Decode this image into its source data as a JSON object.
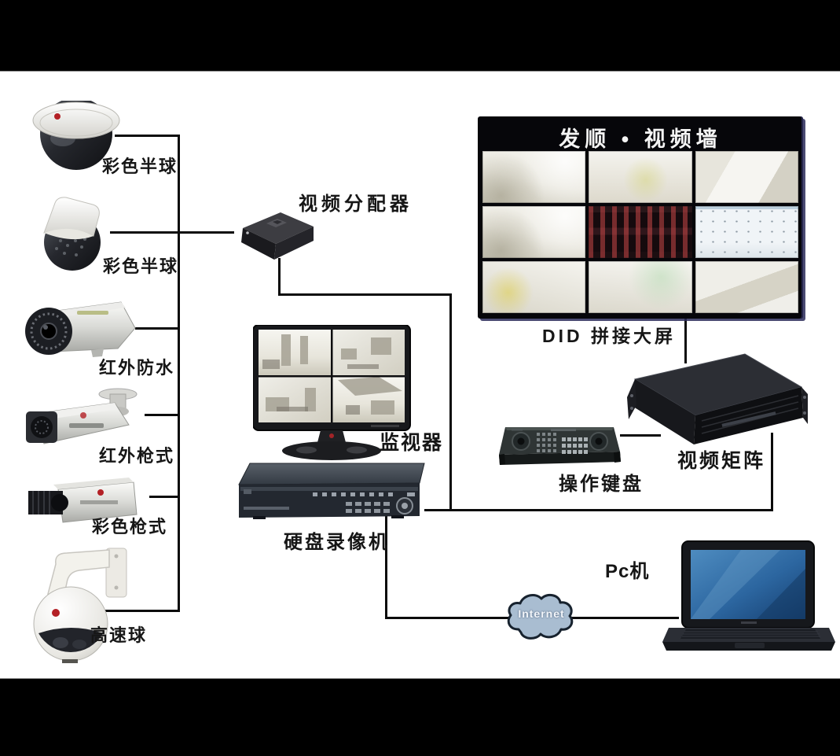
{
  "cameras": [
    {
      "name": "dome-camera-1",
      "label": "彩色半球"
    },
    {
      "name": "dome-camera-2",
      "label": "彩色半球"
    },
    {
      "name": "ir-waterproof-camera",
      "label": "红外防水"
    },
    {
      "name": "ir-bullet-camera",
      "label": "红外枪式"
    },
    {
      "name": "color-box-camera",
      "label": "彩色枪式"
    },
    {
      "name": "speed-dome-camera",
      "label": "高速球"
    }
  ],
  "devices": {
    "distributor": {
      "label": "视频分配器"
    },
    "monitor": {
      "label": "监视器"
    },
    "dvr": {
      "label": "硬盘录像机"
    },
    "keyboard": {
      "label": "操作键盘"
    },
    "matrix": {
      "label": "视频矩阵"
    },
    "pc": {
      "label": "Pc机"
    },
    "internet": {
      "label": "Internet"
    }
  },
  "video_wall": {
    "title": "发顺 • 视频墙",
    "caption": "DID 拼接大屏",
    "grid": "3x3"
  },
  "colors": {
    "line": "#0b0b0b",
    "canvas": "#ffffff",
    "letterbox": "#000000",
    "cloud_fill": "#a9bdd1",
    "wall_bg": "#06060a",
    "laptop_screen": "#2f6fa8"
  }
}
